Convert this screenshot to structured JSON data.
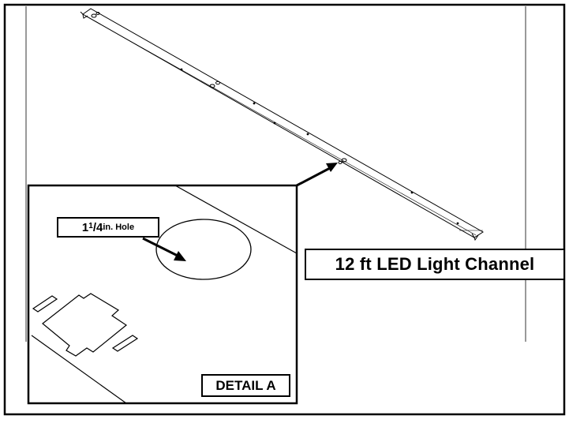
{
  "callouts": {
    "hole": {
      "whole": "1",
      "numerator": "1",
      "denominator": "4",
      "rest": " in. Hole"
    },
    "channel": "12 ft LED Light Channel",
    "detail": "DETAIL A"
  },
  "colors": {
    "line": "#000000",
    "background": "#ffffff"
  }
}
